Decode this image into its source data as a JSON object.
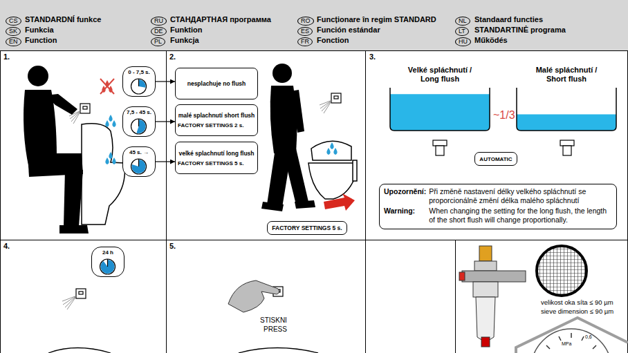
{
  "diagram": {
    "nodes": [
      {
        "text": [
          "CS"
        ]
      },
      {
        "text": [
          "SK"
        ]
      },
      {
        "text": [
          "EN"
        ]
      },
      {
        "text": [
          "RU"
        ]
      },
      {
        "text": [
          "DE"
        ]
      },
      {
        "text": [
          "PL"
        ]
      },
      {
        "text": [
          "RO"
        ]
      },
      {
        "text": [
          "ES"
        ]
      },
      {
        "text": [
          "FR"
        ]
      },
      {
        "text": [
          "NL"
        ]
      },
      {
        "text": [
          "LT"
        ]
      },
      {
        "text": [
          "HU"
        ]
      },
      {
        "text": [
          "0 - 7,5 s."
        ]
      },
      {
        "text": [
          "7,5 - 45 s."
        ]
      },
      {
        "text": [
          "45 s. →"
        ]
      },
      {
        "text": [
          "nesplachuje no flush"
        ]
      },
      {
        "text": [
          "malé splachnutí short flush",
          "FACTORY SETTINGS 2 s."
        ]
      },
      {
        "text": [
          "velké splachnutí long flush",
          "FACTORY SETTINGS 5 s."
        ]
      },
      {
        "text": [
          "FACTORY SETTINGS 5 s."
        ]
      },
      {
        "text": [
          "Velké spláchnutí / Long flush"
        ]
      },
      {
        "text": [
          "Malé spláchnutí / Short flush"
        ]
      },
      {
        "text": [
          "AUTOMATIC"
        ]
      },
      {
        "text": [
          "Upozornění:",
          "Při změně nastavení délky velkého spláchnutí se proporcionálně změní délka malého spláchnutí",
          "Warning:",
          "When changing the setting for the long flush, the length of the short flush will change proportionally."
        ]
      },
      {
        "text": [
          "24 h"
        ]
      }
    ],
    "edges": [
      {
        "from": 12,
        "to": 15,
        "arrow": "to"
      },
      {
        "from": 13,
        "to": 16,
        "arrow": "to"
      },
      {
        "from": 14,
        "to": 17,
        "arrow": "to"
      }
    ],
    "labels": [
      "STANDARDNÍ funkce",
      "Funkcia",
      "Function",
      "СТАНДАРТНАЯ программа",
      "Funktion",
      "Funkcja",
      "Funcționare în regim STANDARD",
      "Función estándar",
      "Fonction",
      "Standaard functies",
      "STANDARTINĖ programa",
      "Működés",
      "1.",
      "2.",
      "3.",
      "4.",
      "5.",
      "~1/3",
      "STISKNI",
      "PRESS",
      "velikost oka síta ≤ 90 µm",
      "sieve dimension ≤ 90 µm",
      "MPa",
      "0,6"
    ]
  }
}
